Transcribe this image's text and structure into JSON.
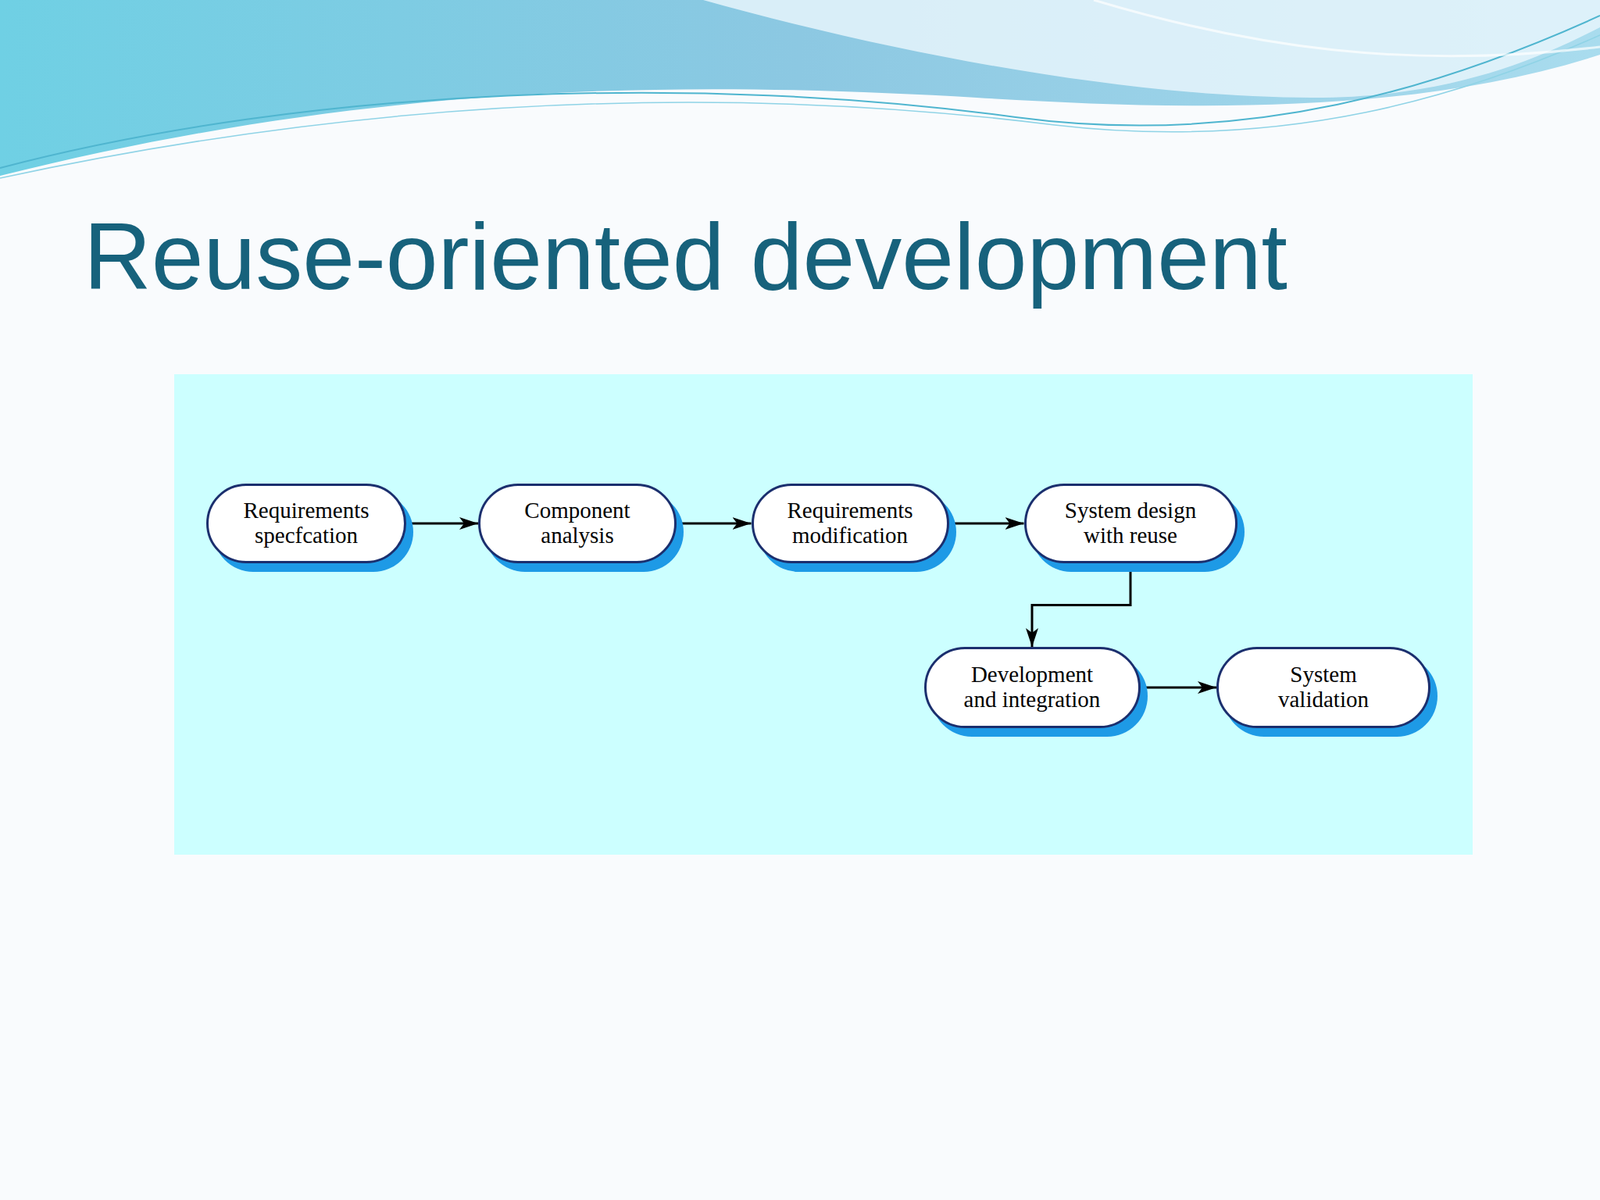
{
  "diagram": {
    "title": "Reuse-oriented development",
    "nodes": [
      {
        "text": [
          "Requirements specfcation"
        ]
      },
      {
        "text": [
          "Component analysis"
        ]
      },
      {
        "text": [
          "Requirements modification"
        ]
      },
      {
        "text": [
          "System design with reuse"
        ]
      },
      {
        "text": [
          "Development and integration"
        ]
      },
      {
        "text": [
          "System validation"
        ]
      }
    ],
    "edges": [
      {
        "from": 0,
        "to": 1,
        "arrow": "to"
      },
      {
        "from": 1,
        "to": 2,
        "arrow": "to"
      },
      {
        "from": 2,
        "to": 3,
        "arrow": "to"
      },
      {
        "from": 3,
        "to": 4,
        "arrow": "to"
      },
      {
        "from": 4,
        "to": 5,
        "arrow": "to"
      }
    ]
  }
}
